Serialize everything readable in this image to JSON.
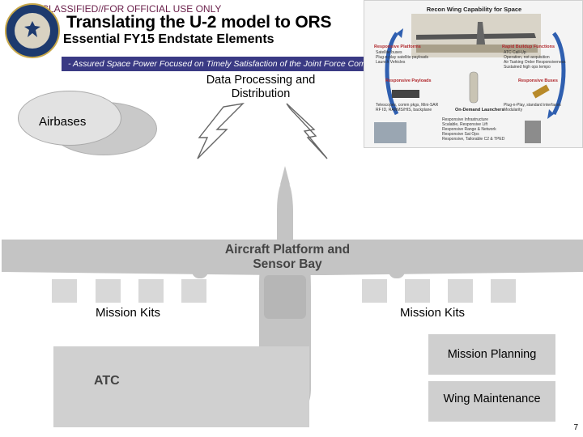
{
  "classification": "UNCLASSIFIED//FOR OFFICIAL USE ONLY",
  "title": "Translating the U-2 model to ORS",
  "subtitle": "Essential FY15 Endstate Elements",
  "banner": "- Assured Space Power Focused on Timely Satisfaction of the Joint Force Comma",
  "diagram": {
    "dpd_label": "Data Processing and Distribution",
    "airbases_label": "Airbases",
    "platform_label": "Aircraft Platform and Sensor Bay",
    "mission_kits_left": "Mission Kits",
    "mission_kits_right": "Mission Kits",
    "atc_label": "ATC",
    "mission_planning_label": "Mission Planning",
    "wing_maintenance_label": "Wing Maintenance"
  },
  "inset": {
    "title": "Recon Wing Capability for Space",
    "responsive_platforms": "Responsive Platforms",
    "responsive_platforms_items": [
      "Satellite buses",
      "Plug-n-play satellite payloads",
      "Launch Vehicles"
    ],
    "rapid_buildup": "Rapid Buildup Functions",
    "rapid_buildup_items": [
      "ATC Call-Up",
      "Operation, not acquisition",
      "Air Tasking Order Responsiveness",
      "Sustained high ops tempo"
    ],
    "responsive_payloads": "Responsive Payloads",
    "responsive_payloads_items": [
      "Telescopes, comm pkgs, Mini-SAR",
      "RF ID, RANMS/HIS, backplane"
    ],
    "responsive_buses": "Responsive Buses",
    "responsive_buses_items": [
      "Plug-n-Play, standard interfaces",
      "Modularity"
    ],
    "on_demand": "On-Demand Launchers",
    "infrastructure_items": [
      "Responsive Infrastructure",
      "Scalable, Responsive Lift",
      "Responsive Range & Network",
      "Responsive Sat Ops",
      "Responsive, Tailorable C2 & TPED"
    ]
  },
  "page_number": "7",
  "colors": {
    "banner": "#3a3a84",
    "classification": "#6a1f4a",
    "box_gray": "#d0d0d0",
    "aircraft_gray": "#c4c4c4"
  }
}
